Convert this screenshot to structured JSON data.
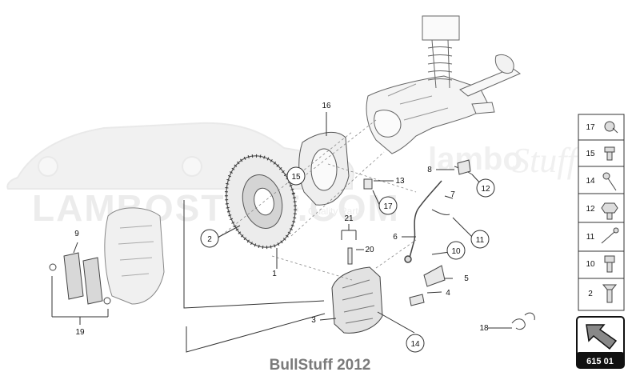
{
  "watermark": {
    "brand_main": "LAMBOSTUFF.COM",
    "brand_side_a": "lambo",
    "brand_side_b": "Stuff",
    "brand_small": "Quality Parts"
  },
  "callouts": [
    {
      "num": "1",
      "circled": false
    },
    {
      "num": "2",
      "circled": true
    },
    {
      "num": "3",
      "circled": false
    },
    {
      "num": "4",
      "circled": false
    },
    {
      "num": "5",
      "circled": false
    },
    {
      "num": "6",
      "circled": false
    },
    {
      "num": "7",
      "circled": false
    },
    {
      "num": "8",
      "circled": false
    },
    {
      "num": "9",
      "circled": false
    },
    {
      "num": "10",
      "circled": true
    },
    {
      "num": "11",
      "circled": true
    },
    {
      "num": "12",
      "circled": true
    },
    {
      "num": "13",
      "circled": false
    },
    {
      "num": "14",
      "circled": true
    },
    {
      "num": "15",
      "circled": true
    },
    {
      "num": "16",
      "circled": false
    },
    {
      "num": "17",
      "circled": true
    },
    {
      "num": "18",
      "circled": false
    },
    {
      "num": "19",
      "circled": false
    },
    {
      "num": "20",
      "circled": false
    },
    {
      "num": "21",
      "circled": false
    }
  ],
  "legend": {
    "items": [
      "17",
      "15",
      "14",
      "12",
      "11",
      "10",
      "2"
    ],
    "page_code": "615 01"
  },
  "caption": "BullStuff 2012"
}
